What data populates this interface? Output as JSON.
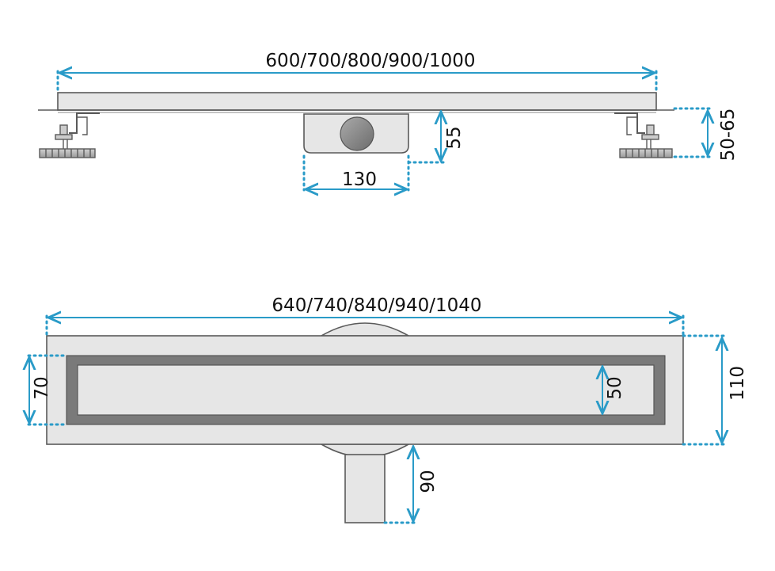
{
  "dimensions": {
    "side_total_length": "600/700/800/900/1000",
    "outlet_height": "55",
    "outlet_width": "130",
    "leg_adjust_height": "50-65",
    "top_total_length": "640/740/840/940/1040",
    "frame_depth": "110",
    "channel_width": "70",
    "grate_width": "50",
    "outlet_pipe_depth": "90"
  },
  "colors": {
    "dimension_line": "#2a9bc8",
    "outline": "#5a5a5a",
    "steel_fill": "#e6e6e6",
    "dark_frame": "#7a7a7a",
    "drain_hole": "#8a8a8a"
  }
}
